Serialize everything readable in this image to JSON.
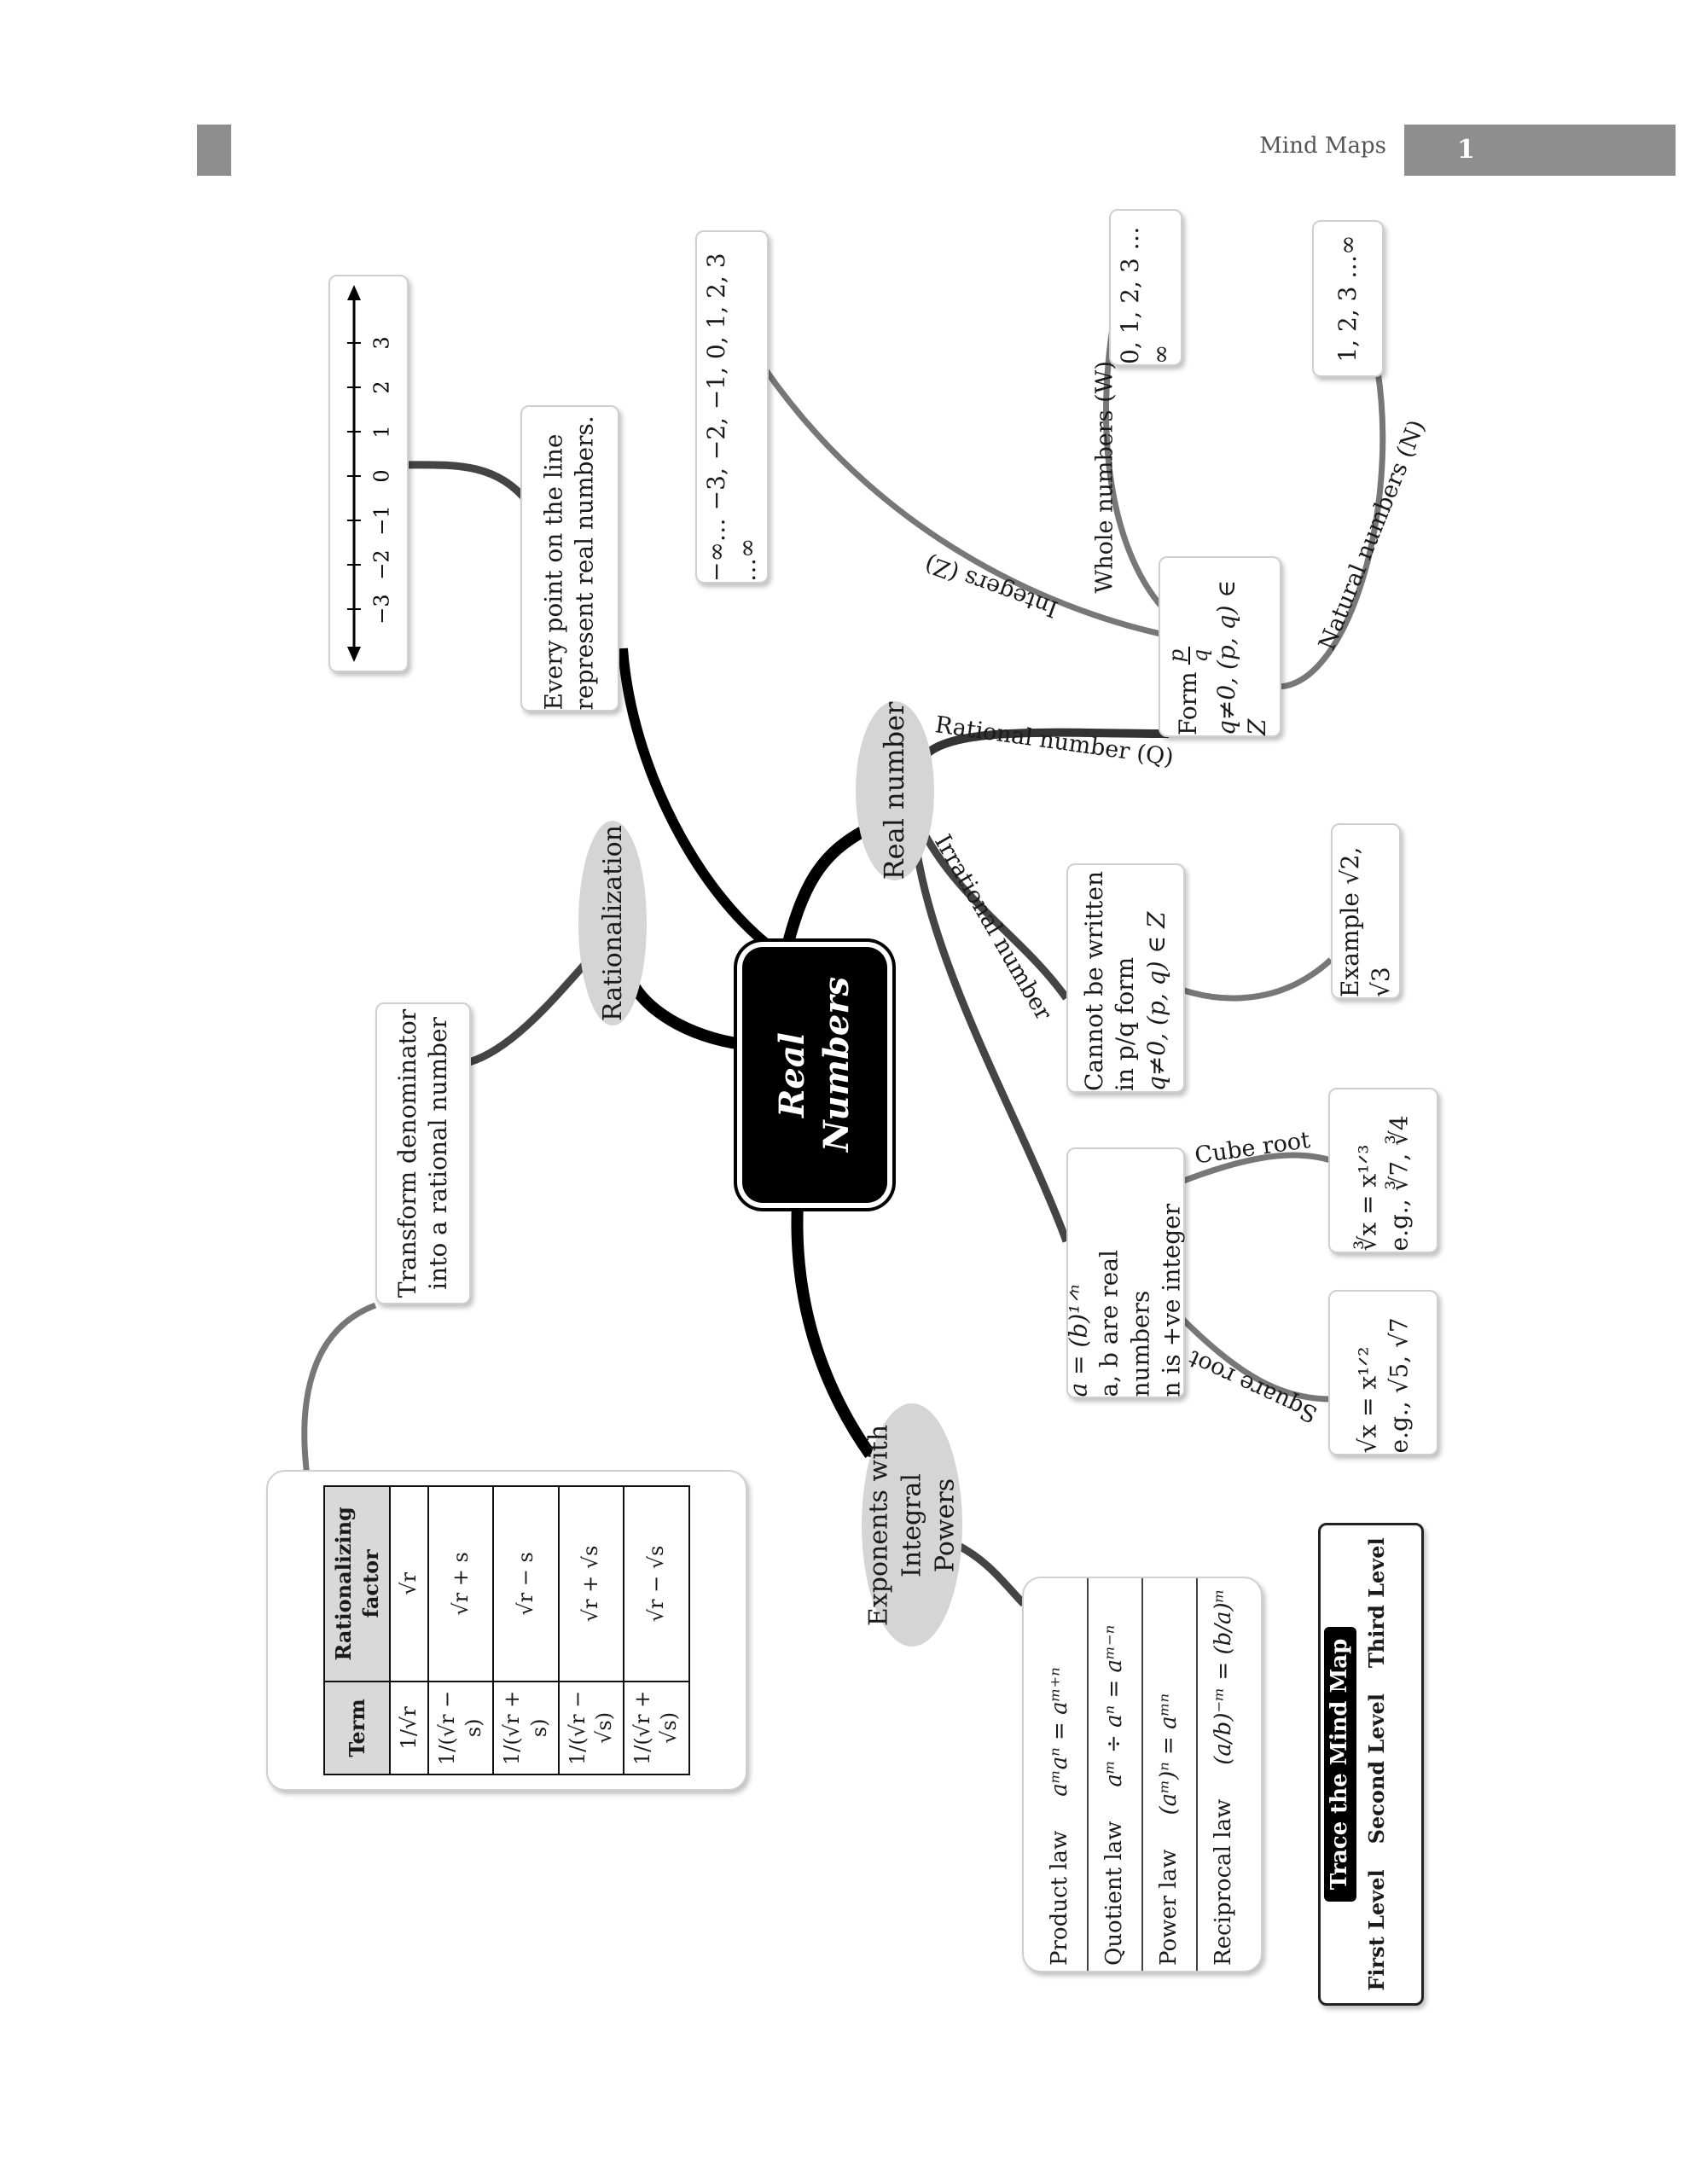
{
  "header": {
    "section_label": "Mind Maps",
    "page_number": "1"
  },
  "center": {
    "title": "Real Numbers"
  },
  "branches": {
    "real_number": "Real number",
    "rationalization": "Rationalization",
    "exponents": "Exponents with Integral Powers"
  },
  "number_line": {
    "ticks": [
      "−3",
      "−2",
      "−1",
      "0",
      "1",
      "2",
      "3"
    ]
  },
  "every_point": "Every point on the line represent real numbers.",
  "integers": {
    "edge_label": "Integers (Z)",
    "values": "−∞… −3, −2, −1, 0, 1, 2, 3 …∞"
  },
  "whole": {
    "edge_label": "Whole numbers (W)",
    "values": "0, 1, 2, 3 …∞"
  },
  "natural": {
    "edge_label": "Natural numbers (N)",
    "values": "1, 2, 3 …∞"
  },
  "rational": {
    "edge_label": "Rational number (Q)",
    "form_prefix": "Form",
    "p": "p",
    "q": "q",
    "condition": "q≠0, (p, q) ∈ Z"
  },
  "irrational": {
    "edge_label": "Irrational number",
    "line1": "Cannot be written",
    "line2": "in p/q form",
    "line3": "q≠0, (p, q) ∈ Z",
    "example": "Example √2, √3"
  },
  "roots": {
    "def1": "a = (b)¹ᐟⁿ",
    "def2": "a, b are real numbers",
    "def3": "n is +ve integer",
    "cube_label": "Cube root",
    "cube1": "∛x = x¹ᐟ³",
    "cube2": "e.g., ∛7, ∛4",
    "square_label": "Square root",
    "square1": "√x = x¹ᐟ²",
    "square2": "e.g., √5, √7"
  },
  "transform": "Transform denominator into a rational number",
  "rationalizing_table": {
    "headers": [
      "Term",
      "Rationalizing factor"
    ],
    "rows": [
      [
        "1/√r",
        "√r"
      ],
      [
        "1/(√r − s)",
        "√r + s"
      ],
      [
        "1/(√r + s)",
        "√r − s"
      ],
      [
        "1/(√r − √s)",
        "√r + √s"
      ],
      [
        "1/(√r + √s)",
        "√r − √s"
      ]
    ]
  },
  "laws": [
    {
      "name": "Product law",
      "formula": "aᵐaⁿ = aᵐ⁺ⁿ"
    },
    {
      "name": "Quotient law",
      "formula": "aᵐ ÷ aⁿ = aᵐ⁻ⁿ"
    },
    {
      "name": "Power law",
      "formula": "(aᵐ)ⁿ = aᵐⁿ"
    },
    {
      "name": "Reciprocal law",
      "formula": "(a/b)⁻ᵐ = (b/a)ᵐ"
    }
  ],
  "legend": {
    "title": "Trace the Mind Map",
    "first": "First Level",
    "second": "Second Level",
    "third": "Third Level"
  }
}
